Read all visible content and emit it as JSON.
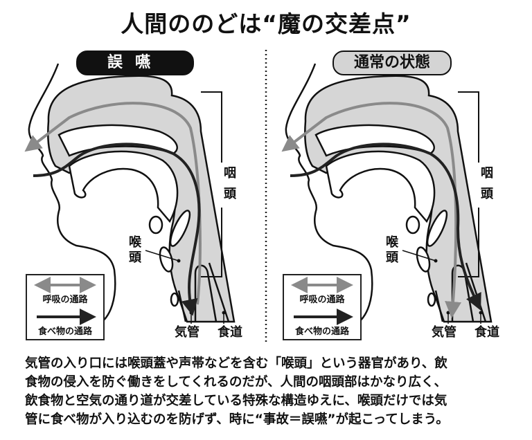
{
  "title": "人間ののどは“魔の交差点”",
  "panels": [
    {
      "label": "誤嚥",
      "pharynx": "咽頭",
      "pharynx_chars": [
        "咽",
        "頭"
      ],
      "larynx_chars": [
        "喉",
        "頭"
      ],
      "trachea": "気管",
      "esophagus": "食道",
      "legend": {
        "air": "呼吸の通路",
        "food": "食べ物の通路"
      }
    },
    {
      "label": "通常の状態",
      "pharynx_chars": [
        "咽",
        "頭"
      ],
      "larynx_chars": [
        "喉",
        "頭"
      ],
      "trachea": "気管",
      "esophagus": "食道",
      "legend": {
        "air": "呼吸の通路",
        "food": "食べ物の通路"
      }
    }
  ],
  "body_lines": [
    "気管の入り口には喉頭蓋や声帯などを含む「喉頭」という器官があり、飲",
    "食物の侵入を防ぐ働きをしてくれるのだが、人間の咽頭部はかなり広く、",
    "飲食物と空気の通り道が交差している特殊な構造ゆえに、喉頭だけでは気",
    "管に食べ物が入り込むのを防げず、時に“事故＝誤嚥”が起こってしまう。"
  ],
  "colors": {
    "air": "#8a8a8a",
    "food": "#222222",
    "tissue": "#d6d6d6"
  }
}
